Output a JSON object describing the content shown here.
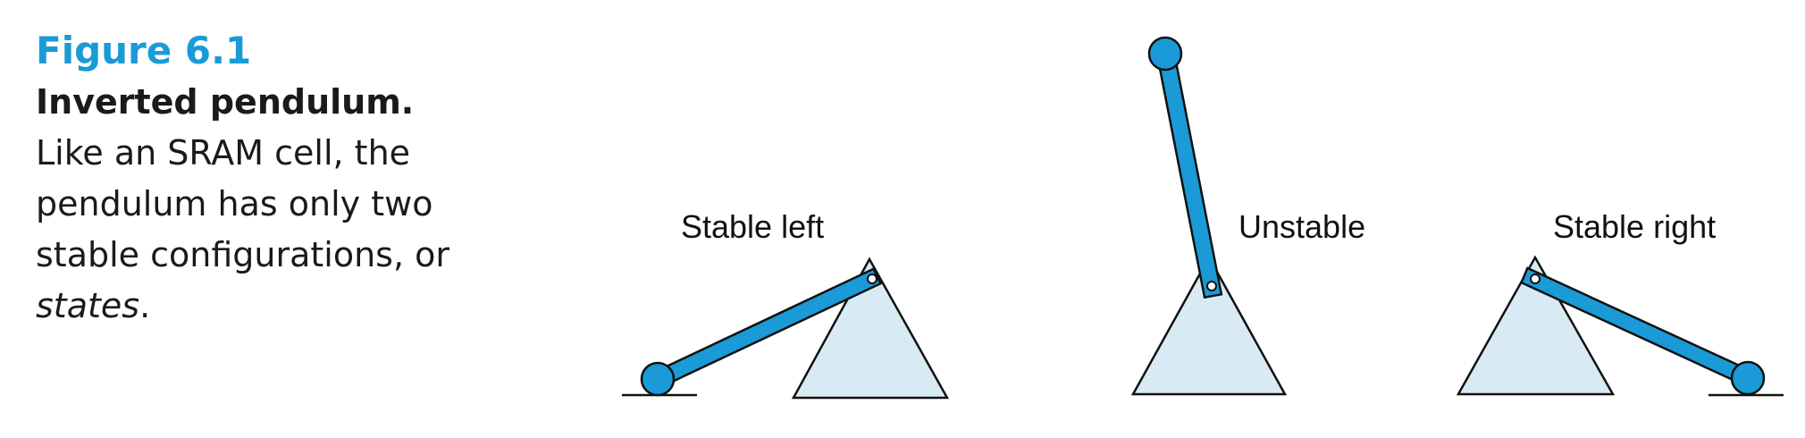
{
  "caption": {
    "figure_label": "Figure 6.1",
    "title": "Inverted pendulum.",
    "body": "Like an SRAM cell, the pendulum has only two stable configurations, or",
    "body_italic": "states",
    "body_end": "."
  },
  "diagram": {
    "labels": {
      "stable_left": "Stable left",
      "unstable": "Unstable",
      "stable_right": "Stable right"
    },
    "colors": {
      "pendulum": "#1a9ad6",
      "base_fill": "#d8ebf4",
      "stroke": "#111111"
    }
  }
}
